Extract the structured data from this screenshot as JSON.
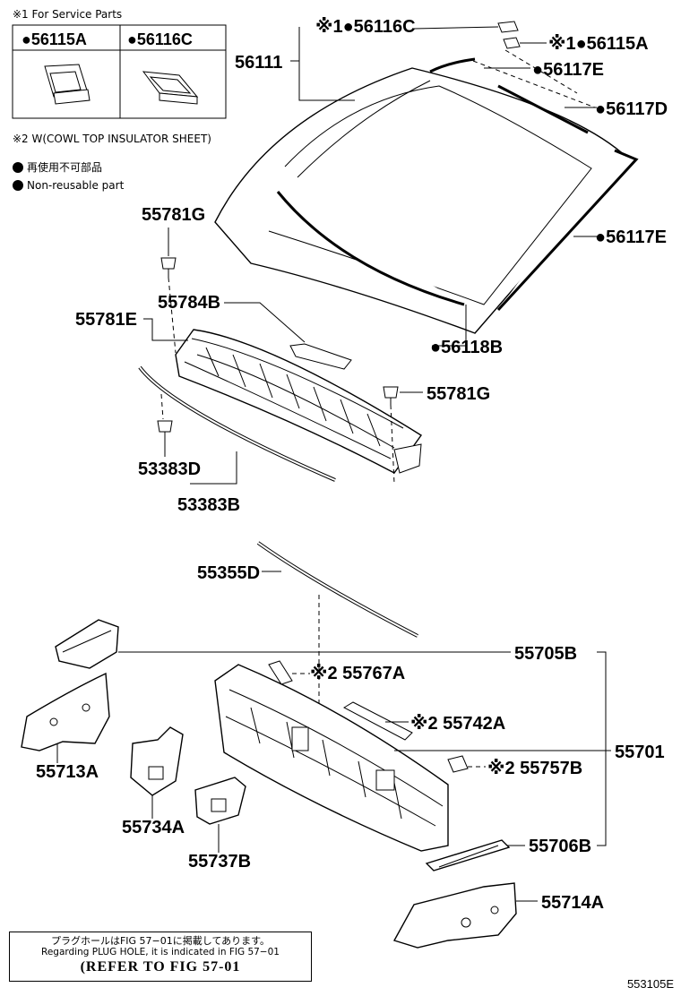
{
  "service_parts": {
    "title": "※1 For Service Parts",
    "col1": "●56115A",
    "col2": "●56116C"
  },
  "legend": {
    "note2": "※2 W(COWL TOP INSULATOR SHEET)",
    "jp": "再使用不可部品",
    "en": "Non-reusable part"
  },
  "labels": {
    "p56116C": "※1●56116C",
    "p56115A": "※1●56115A",
    "p56111": "56111",
    "p56117E_top": "●56117E",
    "p56117D": "●56117D",
    "p56117E_right": "●56117E",
    "p56118B": "●56118B",
    "p55781G_top": "55781G",
    "p55784B": "55784B",
    "p55781E": "55781E",
    "p55781G_mid": "55781G",
    "p53383D": "53383D",
    "p53383B": "53383B",
    "p55355D": "55355D",
    "p55705B": "55705B",
    "p55767A": "※2 55767A",
    "p55742A": "※2 55742A",
    "p55701": "55701",
    "p55757B": "※2 55757B",
    "p55713A": "55713A",
    "p55734A": "55734A",
    "p55706B": "55706B",
    "p55737B": "55737B",
    "p55714A": "55714A"
  },
  "note": {
    "jp": "プラグホールはFIG 57−01に掲載してあります。",
    "en": "Regarding PLUG HOLE, it is indicated in FIG 57−01",
    "ref": "(REFER TO FIG 57-01"
  },
  "fig_number": "553105E"
}
